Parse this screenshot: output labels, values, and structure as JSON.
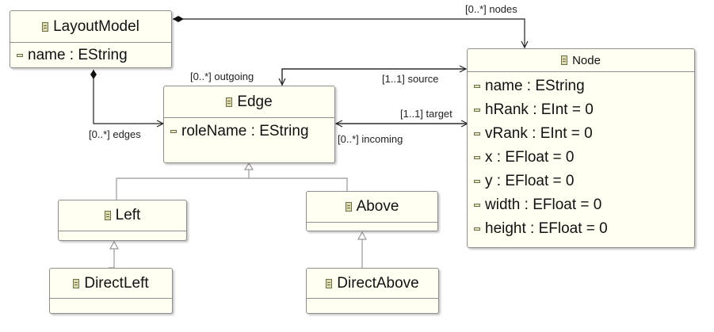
{
  "classes": {
    "layout_model": {
      "name": "LayoutModel",
      "attributes": [
        "name : EString"
      ]
    },
    "node": {
      "name": "Node",
      "attributes": [
        "name : EString",
        "hRank : EInt = 0",
        "vRank : EInt = 0",
        "x : EFloat = 0",
        "y : EFloat = 0",
        "width : EFloat = 0",
        "height : EFloat = 0"
      ]
    },
    "edge": {
      "name": "Edge",
      "attributes": [
        "roleName : EString"
      ]
    },
    "left": {
      "name": "Left"
    },
    "above": {
      "name": "Above"
    },
    "direct_left": {
      "name": "DirectLeft"
    },
    "direct_above": {
      "name": "DirectAbove"
    }
  },
  "references": {
    "nodes": "[0..*] nodes",
    "edges": "[0..*] edges",
    "outgoing": "[0..*] outgoing",
    "source": "[1..1] source",
    "target": "[1..1] target",
    "incoming": "[0..*] incoming"
  }
}
